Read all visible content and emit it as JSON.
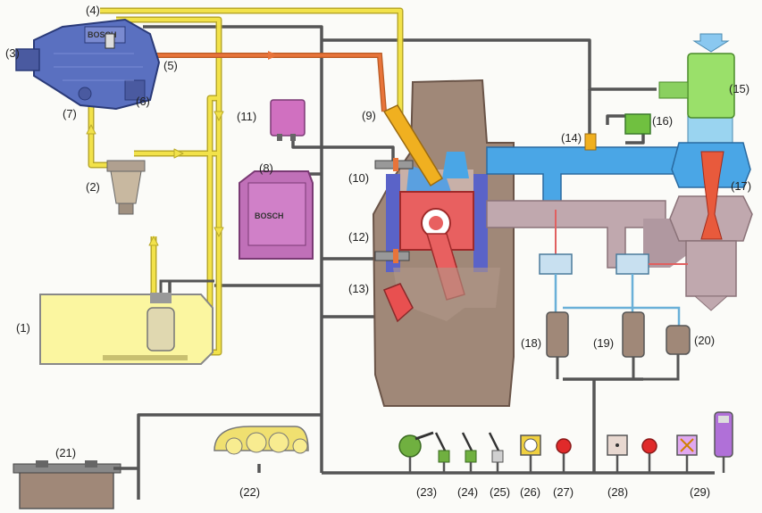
{
  "diagram": {
    "brand_text": "BOSCH",
    "labels": [
      {
        "id": "1",
        "text": "(1)"
      },
      {
        "id": "2",
        "text": "(2)"
      },
      {
        "id": "3",
        "text": "(3)"
      },
      {
        "id": "4",
        "text": "(4)"
      },
      {
        "id": "5",
        "text": "(5)"
      },
      {
        "id": "6",
        "text": "(6)"
      },
      {
        "id": "7",
        "text": "(7)"
      },
      {
        "id": "8",
        "text": "(8)"
      },
      {
        "id": "9",
        "text": "(9)"
      },
      {
        "id": "10",
        "text": "(10)"
      },
      {
        "id": "11",
        "text": "(11)"
      },
      {
        "id": "12",
        "text": "(12)"
      },
      {
        "id": "13",
        "text": "(13)"
      },
      {
        "id": "14",
        "text": "(14)"
      },
      {
        "id": "15",
        "text": "(15)"
      },
      {
        "id": "16",
        "text": "(16)"
      },
      {
        "id": "17",
        "text": "(17)"
      },
      {
        "id": "18",
        "text": "(18)"
      },
      {
        "id": "19",
        "text": "(19)"
      },
      {
        "id": "20",
        "text": "(20)"
      },
      {
        "id": "21",
        "text": "(21)"
      },
      {
        "id": "22",
        "text": "(22)"
      },
      {
        "id": "23",
        "text": "(23)"
      },
      {
        "id": "24",
        "text": "(24)"
      },
      {
        "id": "25",
        "text": "(25)"
      },
      {
        "id": "26",
        "text": "(26)"
      },
      {
        "id": "27",
        "text": "(27)"
      },
      {
        "id": "28",
        "text": "(28)"
      },
      {
        "id": "29",
        "text": "(29)"
      }
    ],
    "colors": {
      "fuel_line": "#f2e24a",
      "fuel_line_edge": "#b9a92a",
      "high_pressure_line": "#e8743a",
      "wire": "#555555",
      "engine": "#a08878",
      "engine_dark": "#8a7264",
      "intake_air": "#4aa6e6",
      "exhaust": "#c0a8ae",
      "turbine_rotor": "#e85a3c",
      "piston": "#e86060",
      "cylinder_liner": "#5a63c8",
      "pump_body": "#5a70c0",
      "ecu": "#c070b8",
      "tank": "#fbf6a0",
      "airflow_meter": "#9ae06a",
      "gauge_cluster": "#f0e070",
      "warning_red": "#e02a2a"
    }
  }
}
